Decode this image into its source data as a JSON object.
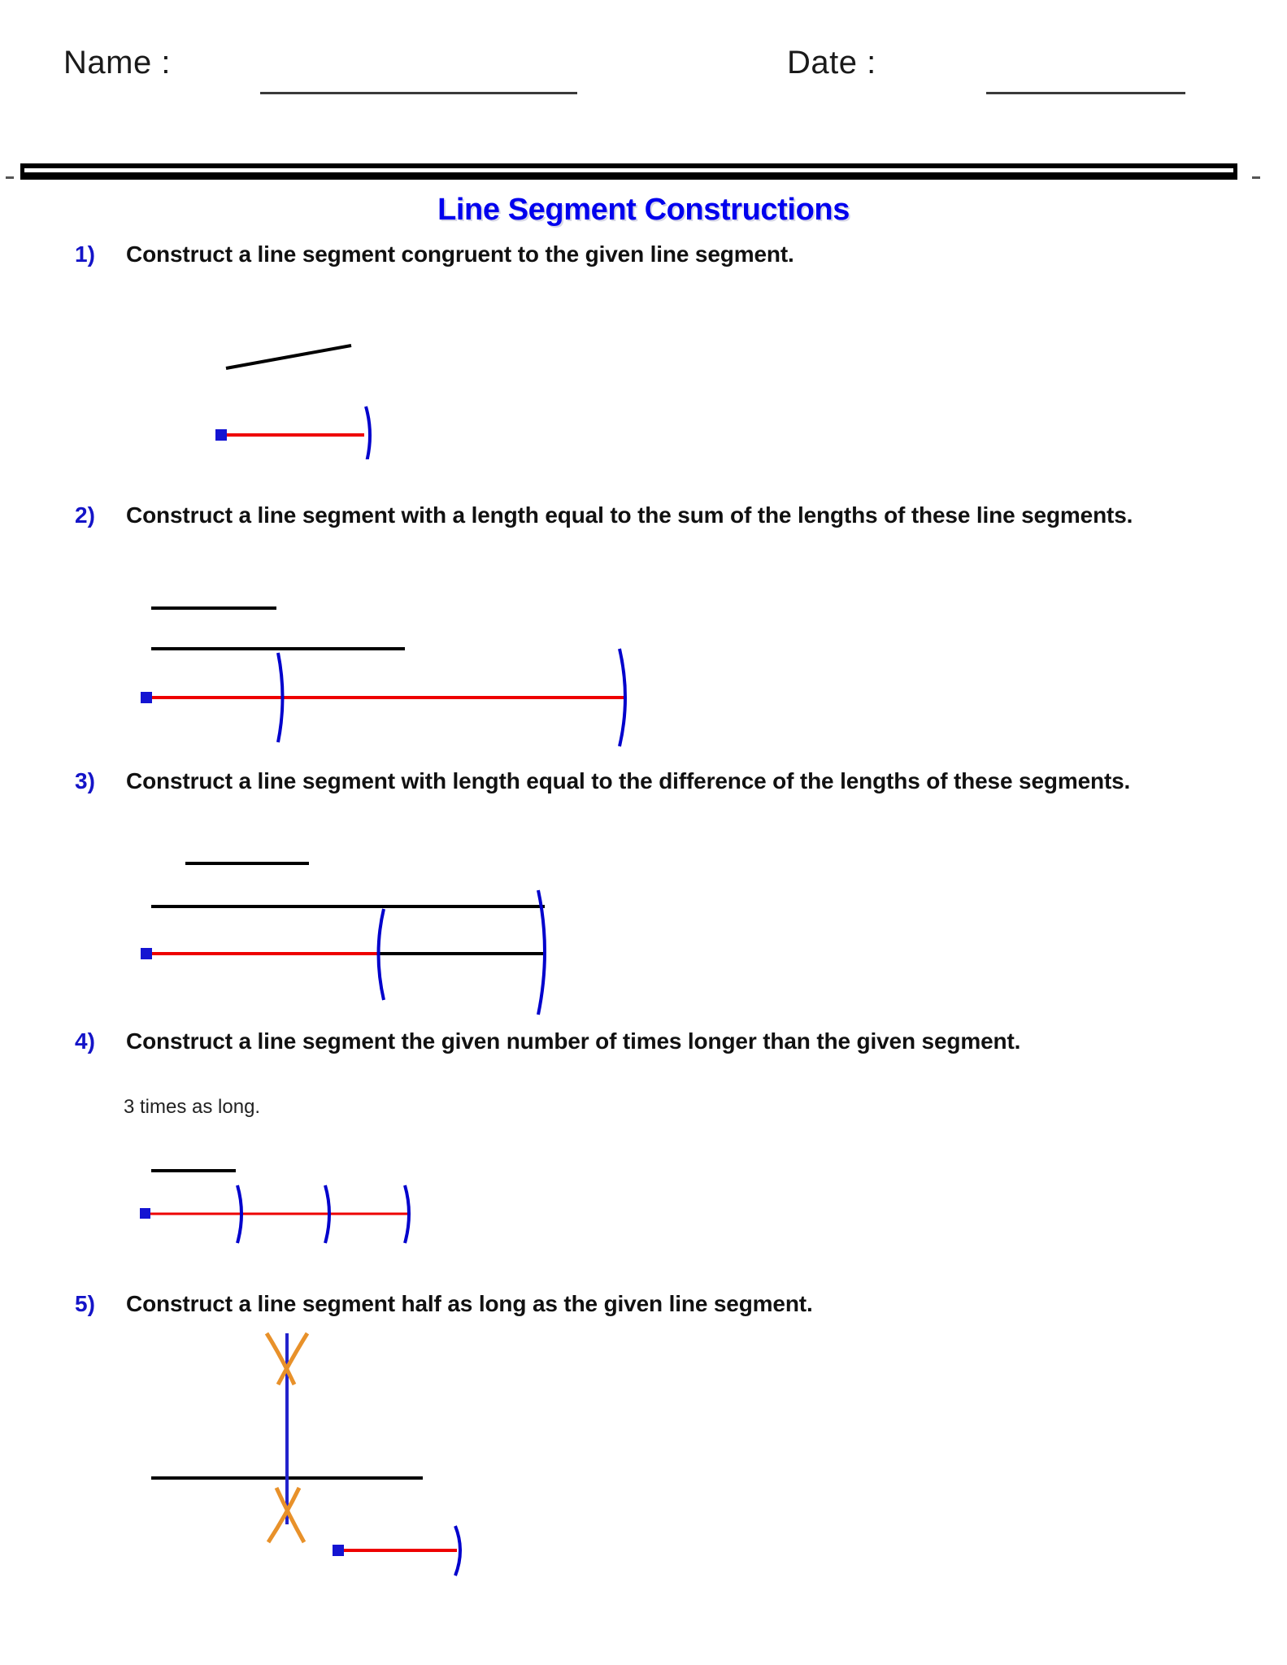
{
  "header": {
    "name_label": "Name :",
    "date_label": "Date :",
    "name_value": "",
    "date_value": ""
  },
  "title": "Line Segment Constructions",
  "colors": {
    "title_blue": "#0000ee",
    "number_blue": "#1414c8",
    "construction_red": "#ee0000",
    "arc_blue": "#0000cc",
    "point_blue": "#1414d2",
    "given_black": "#000000",
    "bisector_orange": "#e8912a"
  },
  "problems": [
    {
      "number": "1)",
      "text": "Construct a line segment congruent to the given line segment.",
      "sub": ""
    },
    {
      "number": "2)",
      "text": "Construct a line segment with a length equal to the sum of the lengths of these line segments.",
      "sub": ""
    },
    {
      "number": "3)",
      "text": "Construct a line segment with length equal to the difference of the lengths of these segments.",
      "sub": ""
    },
    {
      "number": "4)",
      "text": "Construct a line segment the given number of times longer than the given segment.",
      "sub": "3 times as long."
    },
    {
      "number": "5)",
      "text": "Construct a line segment half as long as the given line segment.",
      "sub": ""
    }
  ]
}
